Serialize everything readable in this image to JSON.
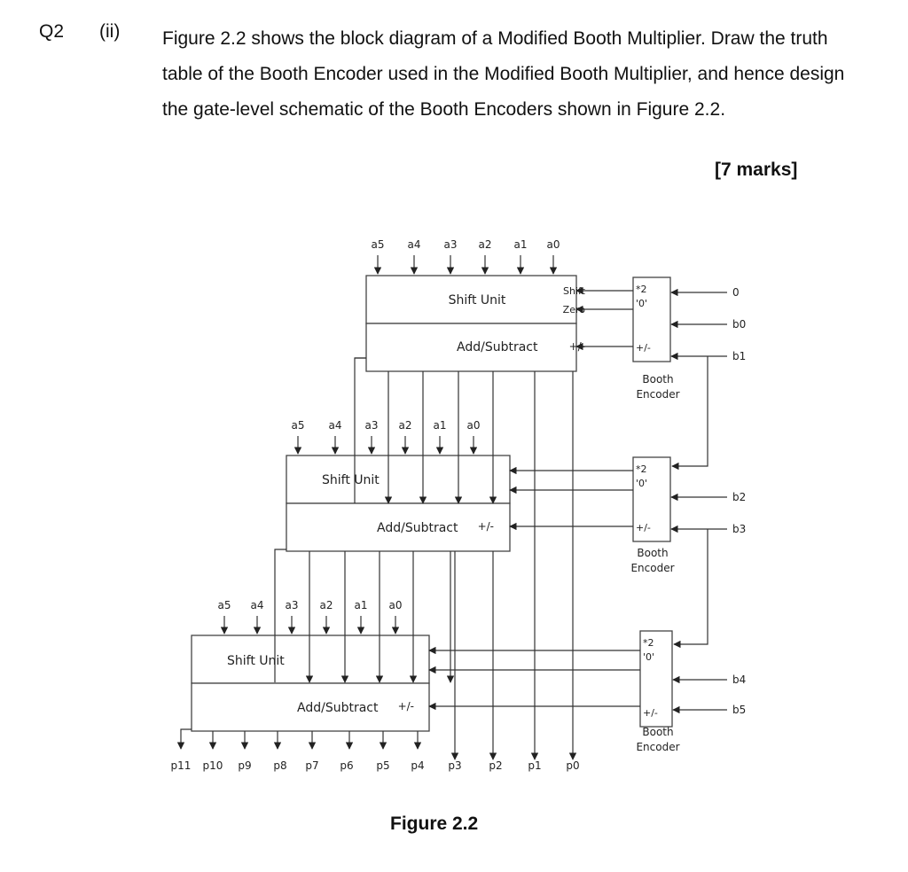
{
  "question": {
    "number": "Q2",
    "part": "(ii)",
    "text": "Figure 2.2 shows the block diagram of a Modified Booth Multiplier. Draw the truth table of the Booth Encoder used in the Modified Booth Multiplier, and hence design the gate-level schematic of the Booth Encoders shown in Figure 2.2.",
    "marks": "[7 marks]"
  },
  "figure": {
    "caption": "Figure 2.2",
    "a_inputs": [
      "a5",
      "a4",
      "a3",
      "a2",
      "a1",
      "a0"
    ],
    "shift_unit_label": "Shift Unit",
    "add_subtract_label": "Add/Subtract",
    "shift_port": "Shift",
    "zero_port": "Zero",
    "pm_port": "+/-",
    "encoder_label_1": "Booth",
    "encoder_label_2": "Encoder",
    "encoder_times2": "*2",
    "encoder_zero": "'0'",
    "encoder_pm": "+/-",
    "b_inputs": [
      "0",
      "b0",
      "b1",
      "b2",
      "b3",
      "b4",
      "b5"
    ],
    "p_outputs": [
      "p11",
      "p10",
      "p9",
      "p8",
      "p7",
      "p6",
      "p5",
      "p4",
      "p3",
      "p2",
      "p1",
      "p0"
    ]
  }
}
